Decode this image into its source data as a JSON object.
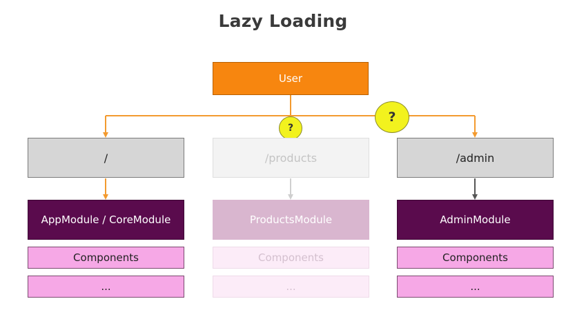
{
  "title": "Lazy Loading",
  "user": {
    "label": "User"
  },
  "question_mark": "?",
  "columns": [
    {
      "route": "/",
      "module": "AppModule / CoreModule",
      "components": "Components",
      "more": "...",
      "faded": false
    },
    {
      "route": "/products",
      "module": "ProductsModule",
      "components": "Components",
      "more": "...",
      "faded": true
    },
    {
      "route": "/admin",
      "module": "AdminModule",
      "components": "Components",
      "more": "...",
      "faded": false
    }
  ],
  "colors": {
    "user": "#f7860f",
    "connector": "#f39a2e",
    "route": "#d6d6d6",
    "module": "#5a0b4d",
    "components": "#f6a8e6",
    "question": "#f2f21e"
  }
}
